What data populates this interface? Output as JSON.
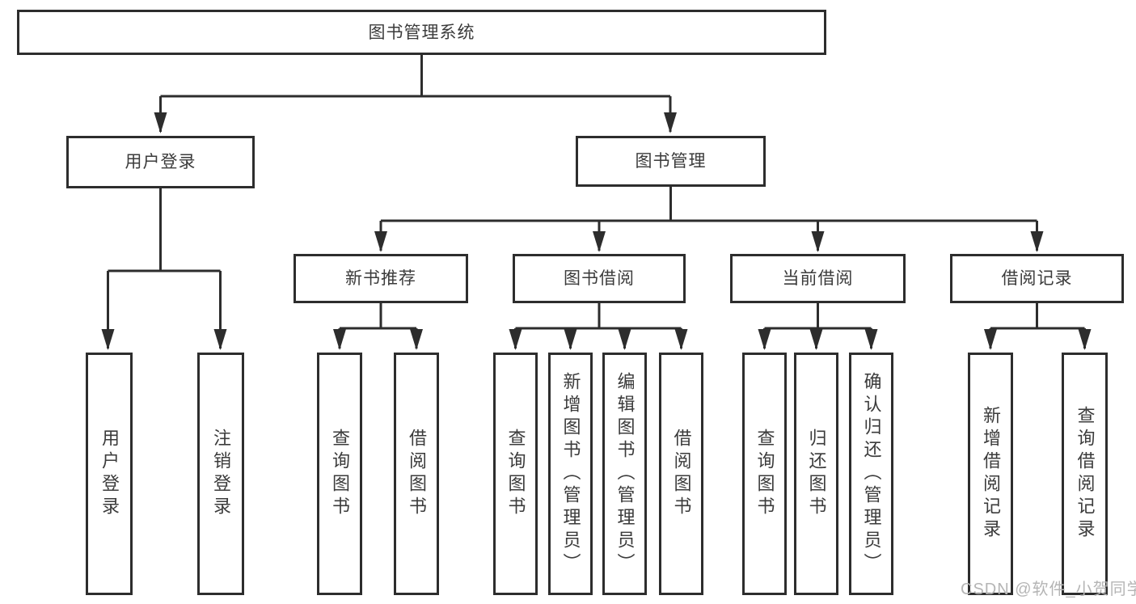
{
  "diagram": {
    "type": "hierarchy-tree",
    "root": {
      "label": "图书管理系统",
      "children": [
        {
          "label": "用户登录",
          "children": [
            {
              "label": "用户登录"
            },
            {
              "label": "注销登录"
            }
          ]
        },
        {
          "label": "图书管理",
          "children": [
            {
              "label": "新书推荐",
              "children": [
                {
                  "label": "查询图书"
                },
                {
                  "label": "借阅图书"
                }
              ]
            },
            {
              "label": "图书借阅",
              "children": [
                {
                  "label": "查询图书"
                },
                {
                  "label": "新增图书（管理员）"
                },
                {
                  "label": "编辑图书（管理员）"
                },
                {
                  "label": "借阅图书"
                }
              ]
            },
            {
              "label": "当前借阅",
              "children": [
                {
                  "label": "查询图书"
                },
                {
                  "label": "归还图书"
                },
                {
                  "label": "确认归还（管理员）"
                }
              ]
            },
            {
              "label": "借阅记录",
              "children": [
                {
                  "label": "新增借阅记录"
                },
                {
                  "label": "查询借阅记录"
                }
              ]
            }
          ]
        }
      ]
    },
    "colors": {
      "line": "#2d2d2d",
      "text": "#3b3b3b",
      "background": "#ffffff",
      "watermark": "#b5b5b5"
    }
  },
  "watermark": {
    "text": "CSDN @软件_小贺同学"
  }
}
